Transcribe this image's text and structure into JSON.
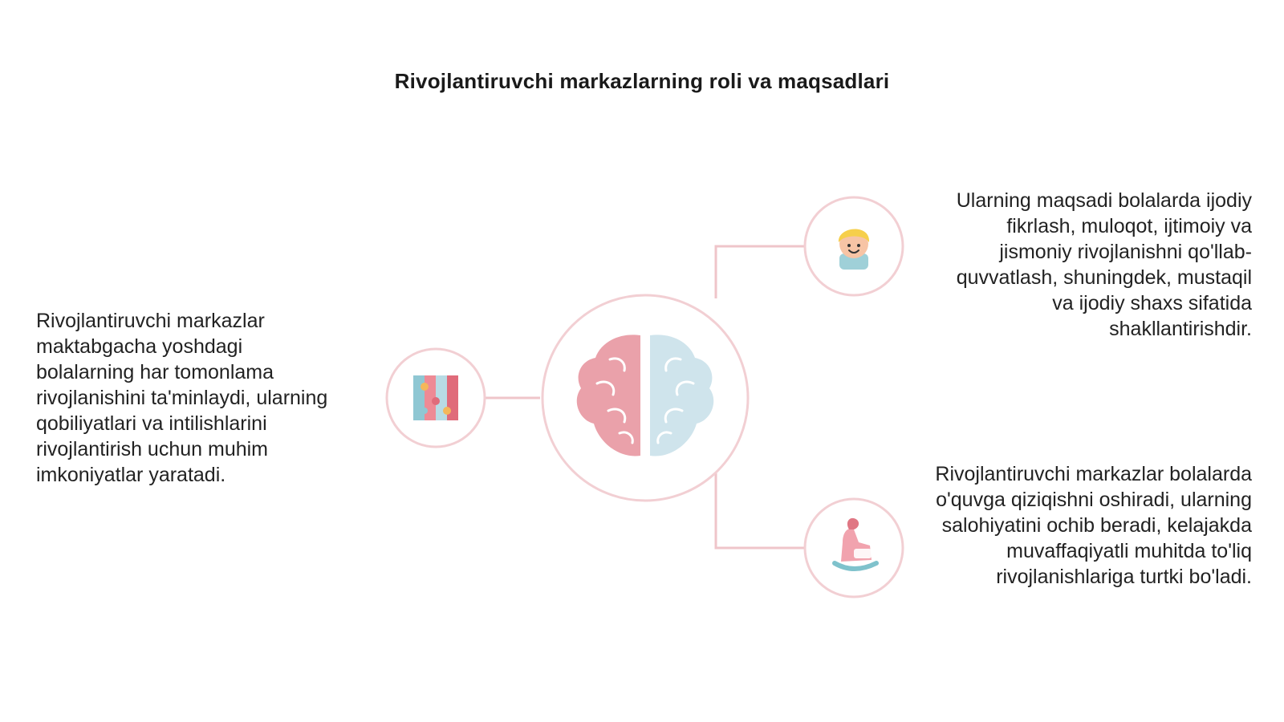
{
  "title": "Rivojlantiruvchi markazlarning roli va maqsadlari",
  "colors": {
    "ring": "#f2cfd3",
    "connector": "#efc5ca",
    "brain_left": "#eaa1aa",
    "brain_right": "#cfe4ec"
  },
  "center": {
    "icon": "brain-icon"
  },
  "nodes": [
    {
      "id": "left",
      "icon": "puzzle-icon",
      "text": "Rivojlantiruvchi markazlar maktabgacha yoshdagi bolalarning har tomonlama rivojlanishini ta'minlaydi, ularning qobiliyatlari va intilishlarini rivojlantirish uchun muhim imkoniyatlar yaratadi."
    },
    {
      "id": "right-top",
      "icon": "child-face-icon",
      "text": "Ularning maqsadi bolalarda ijodiy fikrlash, muloqot, ijtimoiy va jismoniy rivojlanishni qo'llab-quvvatlash, shuningdek, mustaqil va ijodiy shaxs sifatida shakllantirishdir."
    },
    {
      "id": "right-bottom",
      "icon": "rocking-horse-icon",
      "text": "Rivojlantiruvchi markazlar bolalarda o'quvga qiziqishni oshiradi, ularning salohiyatini ochib beradi, kelajakda muvaffaqiyatli muhitda to'liq rivojlanishlariga turtki bo'ladi."
    }
  ]
}
